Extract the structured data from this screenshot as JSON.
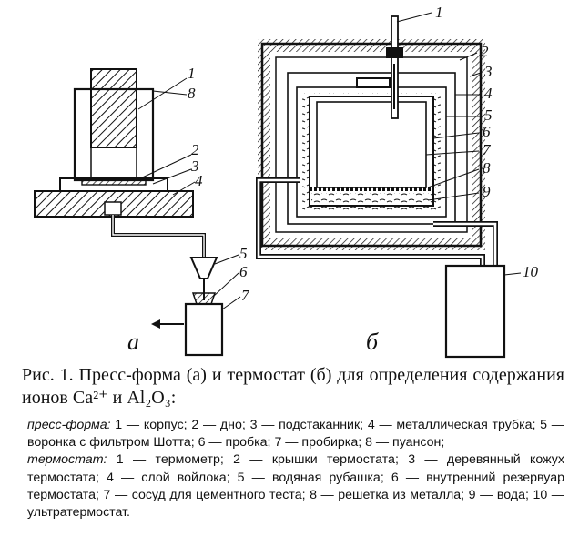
{
  "figure": {
    "press_labels": [
      "1",
      "8",
      "2",
      "3",
      "4",
      "5",
      "6",
      "7"
    ],
    "thermo_labels": [
      "1",
      "2",
      "3",
      "4",
      "5",
      "6",
      "7",
      "8",
      "9",
      "10"
    ],
    "panel_a": "а",
    "panel_b": "б"
  },
  "caption": {
    "text": "Рис. 1. Пресс-форма (а) и термостат (б) для определения содержания ионов Ca²⁺ и Al₂O₃:"
  },
  "legend": {
    "press_label": "пресс-форма:",
    "press_items": "1 — корпус; 2 — дно; 3 — подстаканник; 4 — металлическая трубка; 5 — воронка с фильтром Шотта; 6 — пробка; 7 — пробирка; 8 — пуансон;",
    "thermo_label": "термостат:",
    "thermo_items": "1 — термометр; 2 — крышки термостата; 3 — деревянный кожух термостата; 4 — слой войлока; 5 — водяная рубашка; 6 — внутренний резервуар термостата; 7 — сосуд для цементного теста; 8 — решетка из металла; 9 — вода; 10 — ультратермостат."
  }
}
